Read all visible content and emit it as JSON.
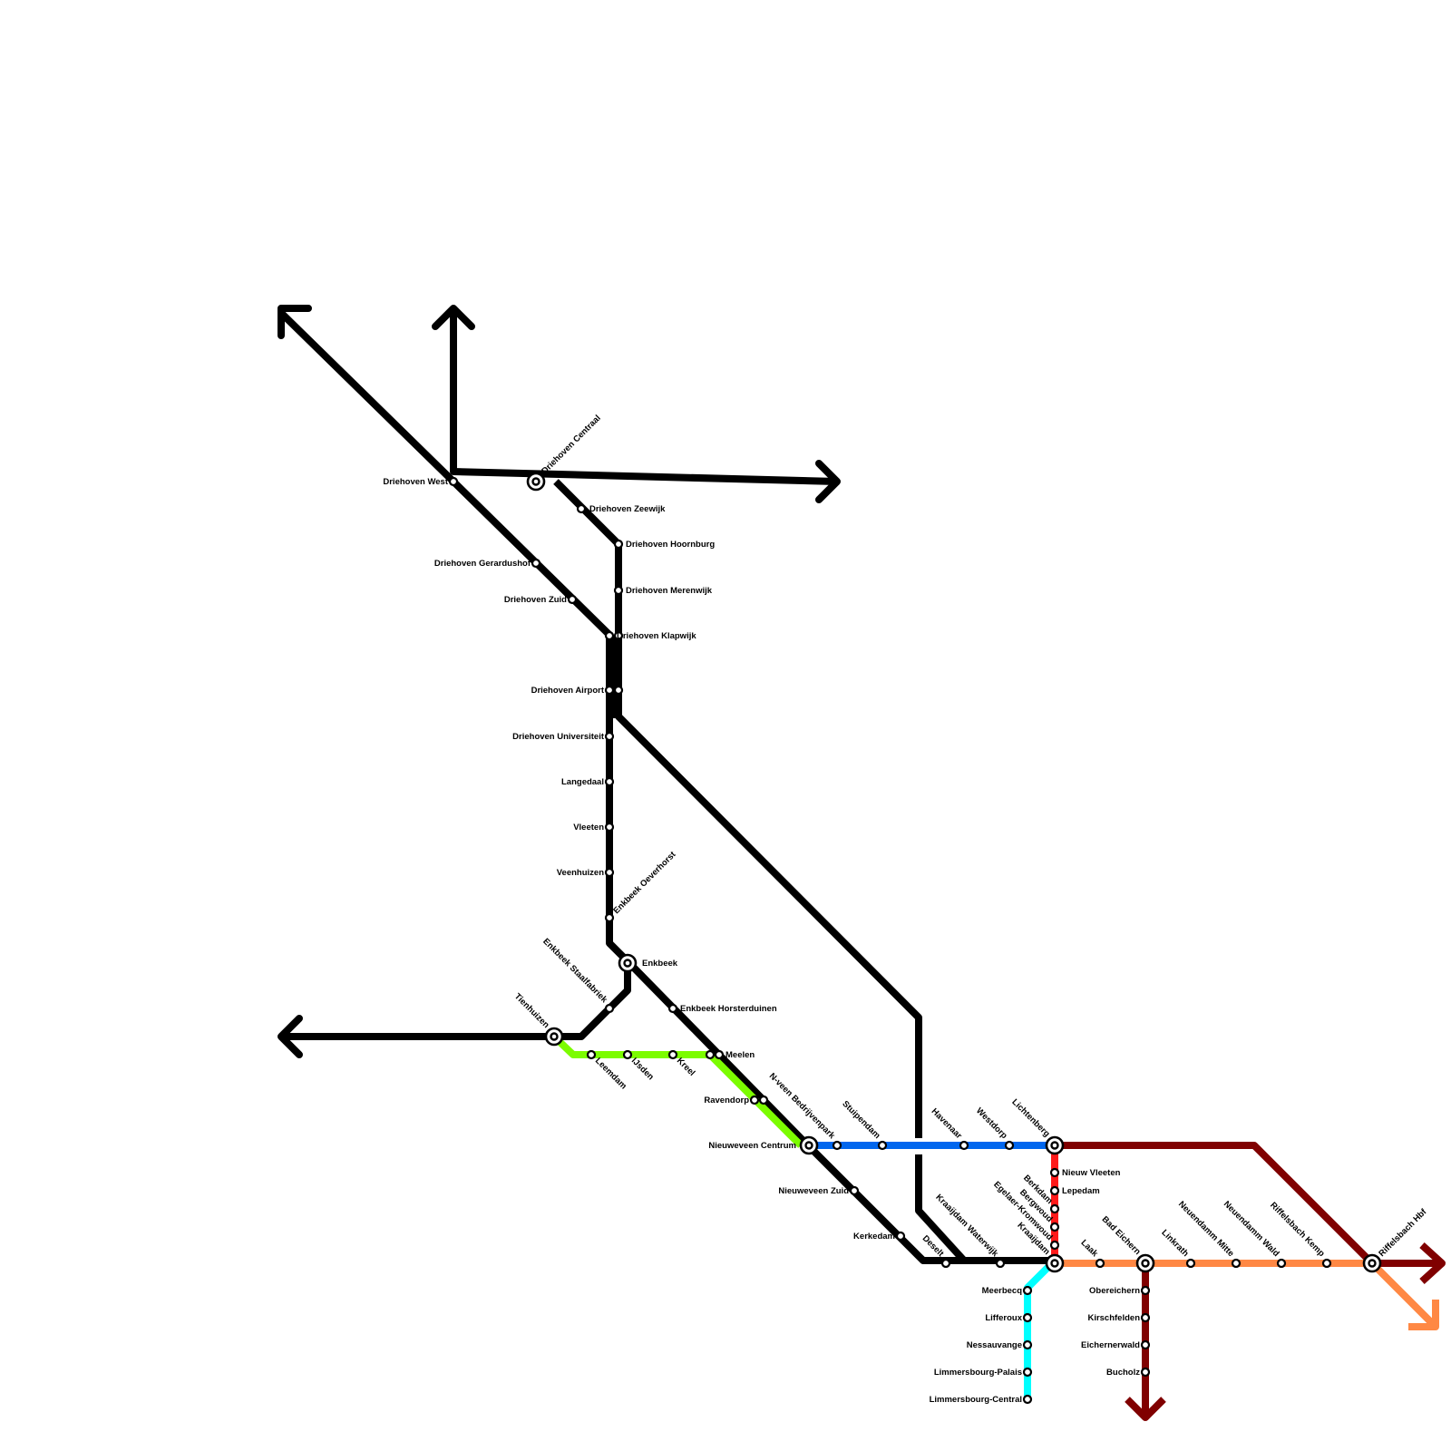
{
  "colors": {
    "black_line": "#000000",
    "green_line": "#7cfc00",
    "blue_line": "#0066ee",
    "red_line": "#ff1a1a",
    "orange_line": "#ff8844",
    "maroon_line": "#800000",
    "cyan_line": "#00ffff"
  },
  "stations": {
    "driehoven_west": "Driehoven West",
    "driehoven_centraal": "Driehoven Centraal",
    "driehoven_zeewijk": "Driehoven Zeewijk",
    "driehoven_hoornburg": "Driehoven Hoornburg",
    "driehoven_gerardushof": "Driehoven Gerardushof",
    "driehoven_merenwijk": "Driehoven Merenwijk",
    "driehoven_zuid": "Driehoven Zuid",
    "driehoven_klapwijk": "Driehoven Klapwijk",
    "driehoven_airport": "Driehoven Airport",
    "driehoven_universiteit": "Driehoven Universiteit",
    "langedaal": "Langedaal",
    "vleeten": "Vleeten",
    "veenhuizen": "Veenhuizen",
    "enkbeek_oeverhorst": "Enkbeek Oeverhorst",
    "enkbeek": "Enkbeek",
    "enkbeek_staalfabriek": "Enkbeek Staalfabriek",
    "enkbeek_horsterduinen": "Enkbeek Horsterduinen",
    "tienhuizen": "Tienhuizen",
    "leemdam": "Leemdam",
    "ijsden": "IJsden",
    "kreel": "Kreel",
    "meelen": "Meelen",
    "ravendorp": "Ravendorp",
    "nveen_bedrijvenpark": "N-veen Bedrijvenpark",
    "nieuweveen_centrum": "Nieuweveen Centrum",
    "nieuweveen_zuid": "Nieuweveen Zuid",
    "kerkedam": "Kerkedam",
    "deselt": "Deselt",
    "stuipendam": "Stuipendam",
    "havenaar": "Havenaar",
    "westdorp": "Westdorp",
    "lichtenberg": "Lichtenberg",
    "nieuw_vleeten": "Nieuw Vleeten",
    "lepedam": "Lepedam",
    "berkdam": "Berkdam",
    "bergwoud": "Bergwoud",
    "egelaer_kromwoud": "Egelaer-Kromwoud",
    "kraaijdam": "Kraaijdam",
    "kraaijdam_waterwijk": "Kraaijdam Waterwijk",
    "laak": "Laak",
    "bad_eichern": "Bad Eichern",
    "linkrath": "Linkrath",
    "neuendamm_mitte": "Neuendamm Mitte",
    "neuendamm_wald": "Neuendamm Wald",
    "riffelsbach_kemp": "Riffelsbach Kemp",
    "riffelsbach_hbf": "Riffelsbach Hbf",
    "meerbecq": "Meerbecq",
    "lifferoux": "Lifferoux",
    "nessauvange": "Nessauvange",
    "limmersbourg_palais": "Limmersbourg-Palais",
    "limmersbourg_central": "Limmersbourg-Central",
    "obereichern": "Obereichern",
    "kirschfelden": "Kirschfelden",
    "eichernerwald": "Eichernerwald",
    "bucholz": "Bucholz"
  }
}
